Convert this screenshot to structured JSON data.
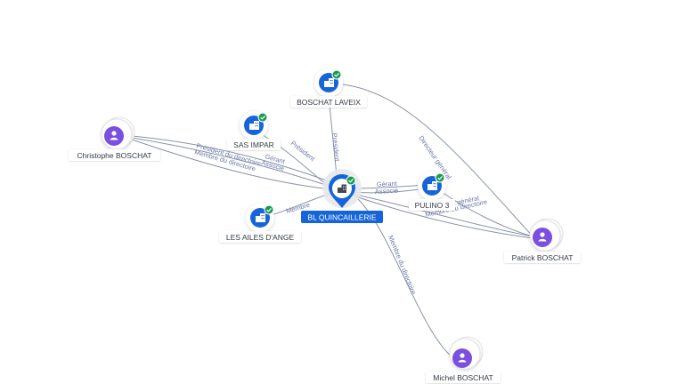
{
  "center": {
    "label": "BL QUINCAILLERIE",
    "icon": "company-icon",
    "color": "#1565d8",
    "badge": "verified-check-icon"
  },
  "companies": [
    {
      "id": "boschat-laveix",
      "label": "BOSCHAT LAVEIX",
      "icon": "company-icon",
      "badge": "verified-check-icon"
    },
    {
      "id": "sas-impar",
      "label": "SAS IMPAR",
      "icon": "company-icon",
      "badge": "verified-check-icon"
    },
    {
      "id": "pulino-3",
      "label": "PULINO 3",
      "icon": "company-icon",
      "badge": "verified-check-icon"
    },
    {
      "id": "les-ailes-dange",
      "label": "LES AILES D'ANGE",
      "icon": "company-icon",
      "badge": "verified-check-icon"
    }
  ],
  "persons": [
    {
      "id": "christophe-boschat",
      "label": "Christophe BOSCHAT",
      "icon": "person-icon"
    },
    {
      "id": "patrick-boschat",
      "label": "Patrick BOSCHAT",
      "icon": "person-icon"
    },
    {
      "id": "michel-boschat",
      "label": "Michel BOSCHAT",
      "icon": "person-icon"
    }
  ],
  "edge_labels": {
    "president": "Président",
    "president_sas_impar": "Président",
    "gerant_associe_line1": "Gérant",
    "gerant_associe_line2": "Associé",
    "president_directoire": "Président du directoire",
    "membre_directoire_christophe": "Membre du directoire",
    "membre": "Membre",
    "gerant_pulino_line1": "Gérant",
    "gerant_pulino_line2": "Associé",
    "directeur_general_patrick": "Directeur général",
    "directeur_general_center": "Directeur général",
    "membre_directoire_patrick": "Membre du directoire",
    "membre_directoire_michel": "Membre du directoire"
  },
  "colors": {
    "company": "#1565d8",
    "person": "#7b4fe0",
    "badge": "#1a9b52",
    "edge": "#8b93a8",
    "edge_label": "#6b78a8"
  }
}
